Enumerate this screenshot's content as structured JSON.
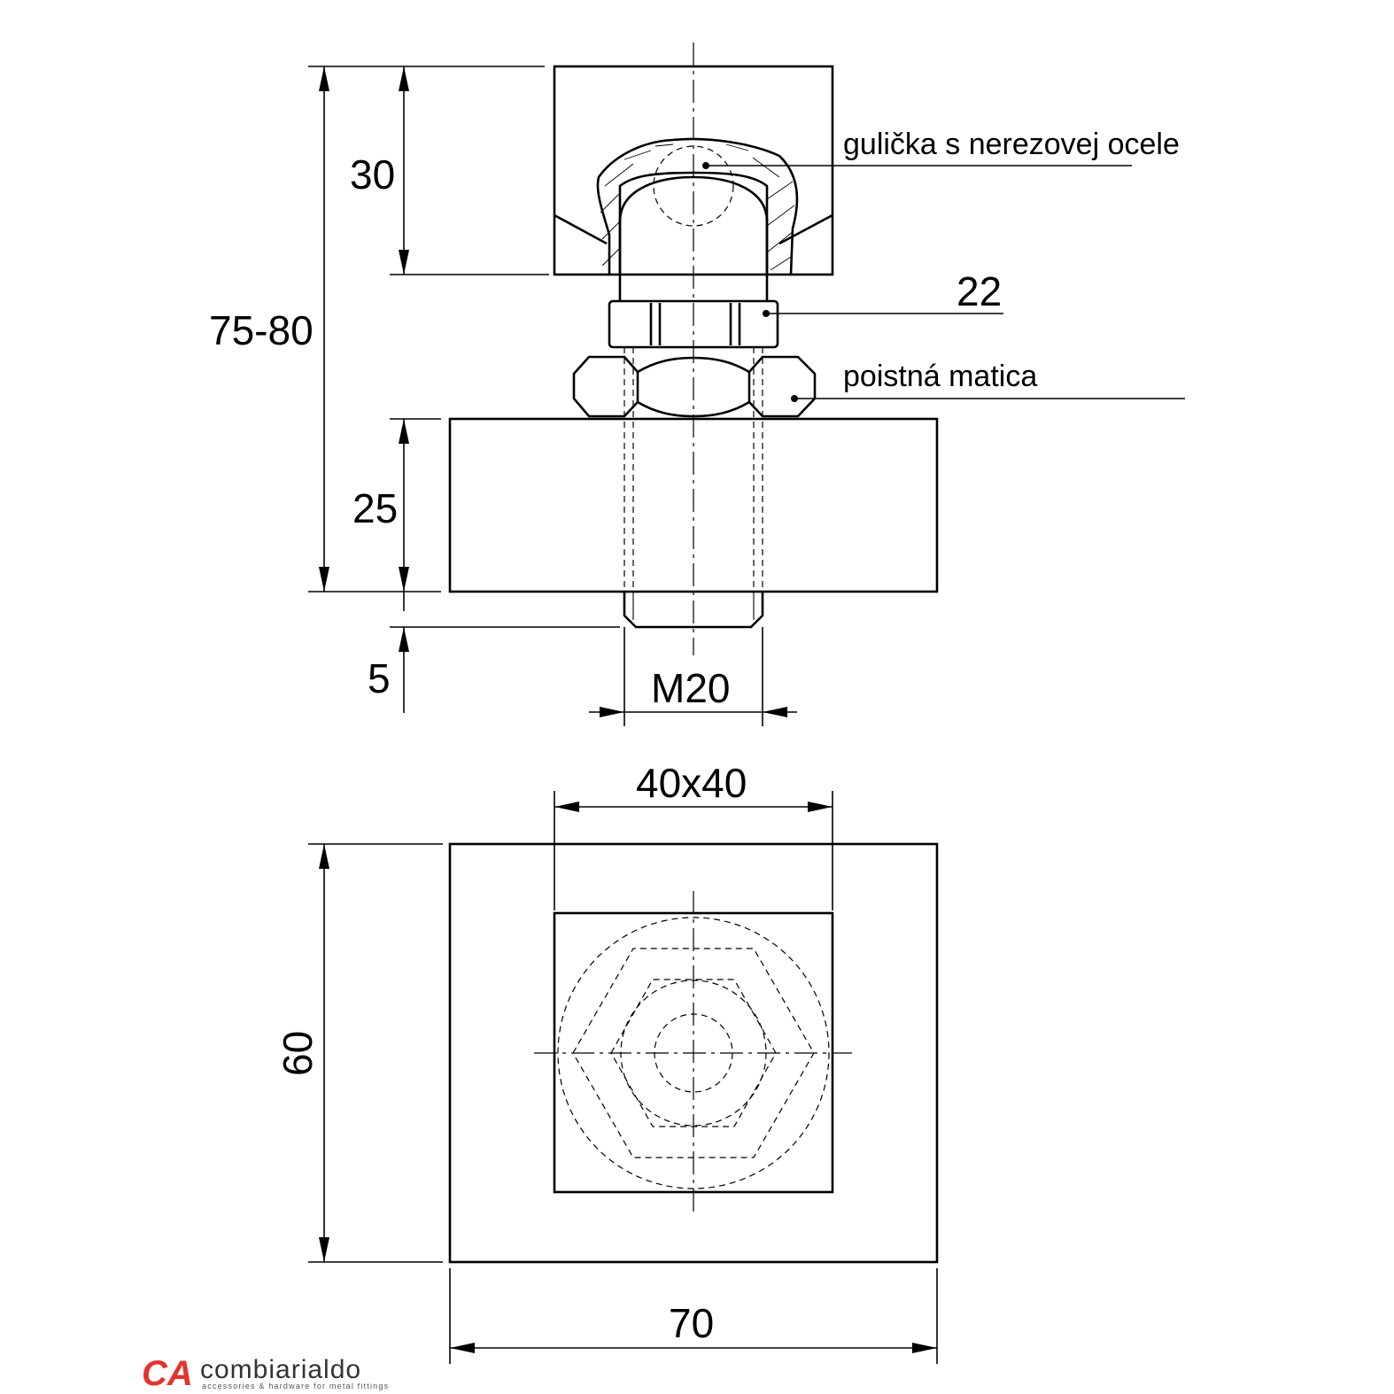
{
  "dimensions": {
    "top_height": "30",
    "overall_height": "75-80",
    "hex_size": "22",
    "base_height": "25",
    "protrusion": "5",
    "thread": "M20",
    "cap_size": "40x40",
    "plate_depth": "60",
    "plate_width": "70"
  },
  "callouts": {
    "ball": "gulička s nerezovej ocele",
    "lock_nut": "poistná matica"
  },
  "logo": {
    "mark": "CA",
    "name": "combiarialdo",
    "tagline": "accessories & hardware for metal fittings"
  }
}
